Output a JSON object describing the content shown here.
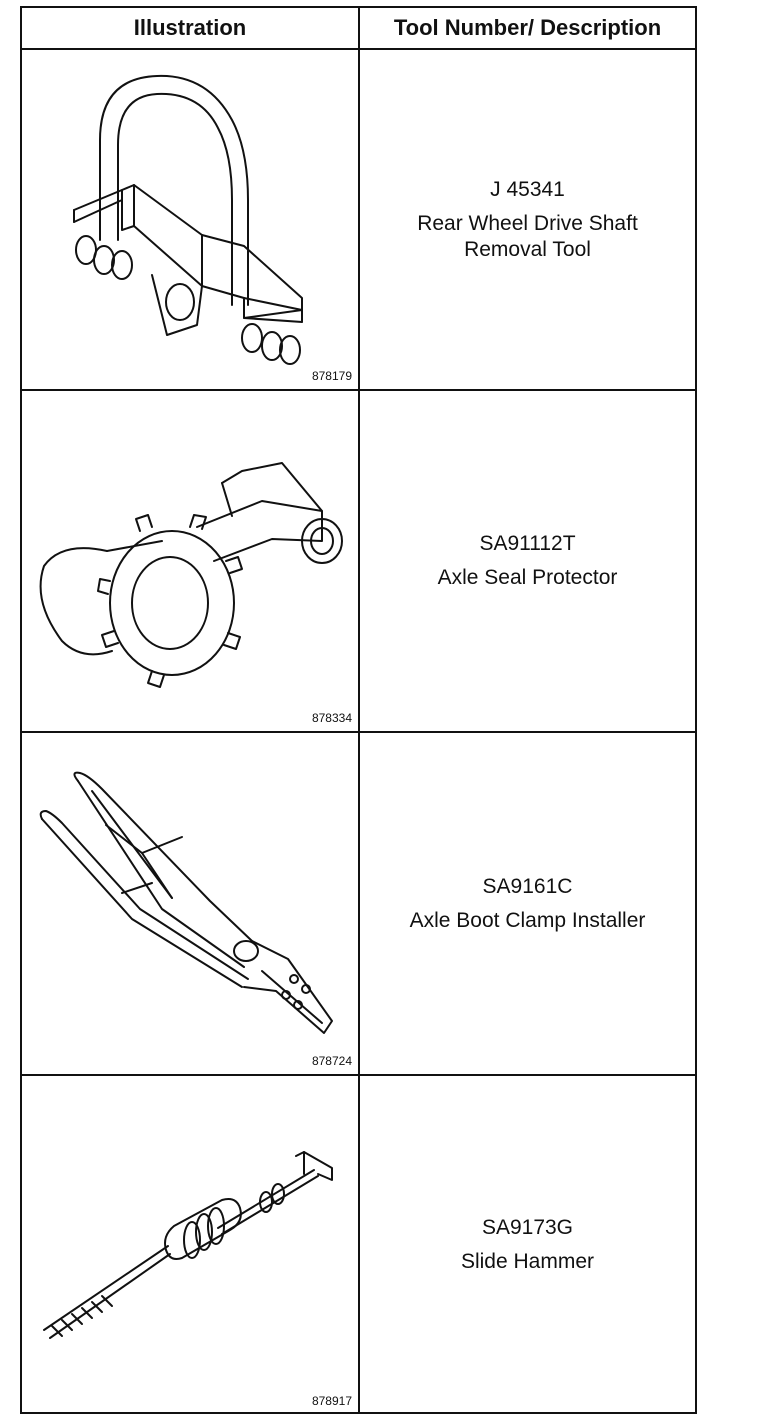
{
  "header": {
    "col1": "Illustration",
    "col2": "Tool Number/ Description"
  },
  "rows": [
    {
      "tool_number": "J 45341",
      "desc1": "Rear Wheel Drive Shaft",
      "desc2": "Removal Tool",
      "figure_id": "878179"
    },
    {
      "tool_number": "SA91112T",
      "desc1": "Axle Seal Protector",
      "desc2": "",
      "figure_id": "878334"
    },
    {
      "tool_number": "SA9161C",
      "desc1": "Axle Boot Clamp Installer",
      "desc2": "",
      "figure_id": "878724"
    },
    {
      "tool_number": "SA9173G",
      "desc1": "Slide Hammer",
      "desc2": "",
      "figure_id": "878917"
    }
  ]
}
